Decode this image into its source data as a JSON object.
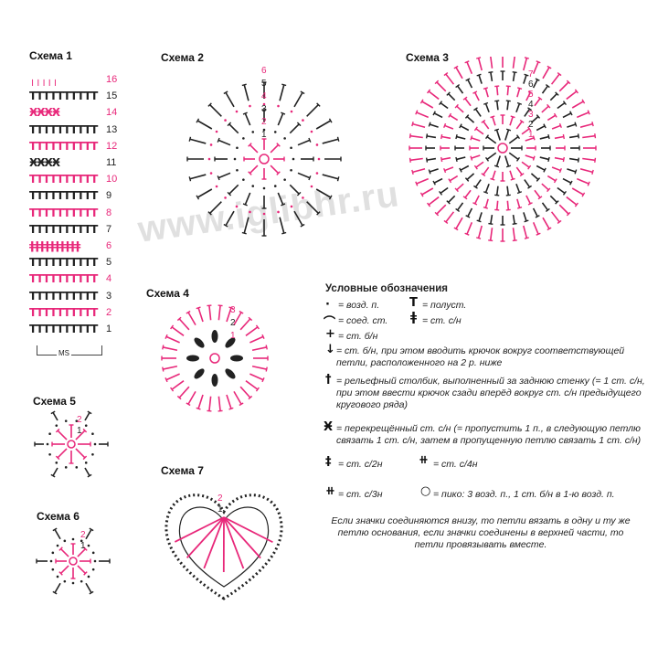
{
  "schemes": {
    "s1": {
      "title": "Схема 1"
    },
    "s2": {
      "title": "Схема 2"
    },
    "s3": {
      "title": "Схема 3"
    },
    "s4": {
      "title": "Схема 4"
    },
    "s5": {
      "title": "Схема 5"
    },
    "s6": {
      "title": "Схема 6"
    },
    "s7": {
      "title": "Схема 7"
    }
  },
  "scheme1_rows": [
    {
      "num": "16",
      "color": "pink"
    },
    {
      "num": "15",
      "color": "black"
    },
    {
      "num": "14",
      "color": "pink"
    },
    {
      "num": "13",
      "color": "black"
    },
    {
      "num": "12",
      "color": "pink"
    },
    {
      "num": "11",
      "color": "black"
    },
    {
      "num": "10",
      "color": "pink"
    },
    {
      "num": "9",
      "color": "black"
    },
    {
      "num": "8",
      "color": "pink"
    },
    {
      "num": "7",
      "color": "black"
    },
    {
      "num": "6",
      "color": "pink"
    },
    {
      "num": "5",
      "color": "black"
    },
    {
      "num": "4",
      "color": "pink"
    },
    {
      "num": "3",
      "color": "black"
    },
    {
      "num": "2",
      "color": "pink"
    },
    {
      "num": "1",
      "color": "black"
    }
  ],
  "ms_label": "MS",
  "scheme2_numbers": [
    "6",
    "5",
    "4",
    "3",
    "2",
    "1"
  ],
  "scheme3_numbers": [
    "7",
    "6",
    "5",
    "4",
    "3",
    "2",
    "1"
  ],
  "scheme4_numbers": [
    "3",
    "2",
    "1"
  ],
  "scheme5_numbers": [
    "2",
    "1"
  ],
  "scheme6_numbers": [
    "2",
    "1"
  ],
  "scheme7_numbers": [
    "2",
    "1"
  ],
  "watermark": "www.iglibhr.ru",
  "legend": {
    "title": "Условные обозначения",
    "items": [
      "= возд. п.",
      "= полуст.",
      "= соед. ст.",
      "= ст. с/н",
      "= ст. б/н",
      "= ст. б/н, при этом вводить крючок вокруг соответствующей петли, расположенного на 2 р. ниже",
      "= рельефный столбик, выполненный за заднюю стенку (= 1 ст. с/н, при этом ввести крючок сзади вперёд вокруг ст. с/н предыдущего кругового ряда)",
      "= перекрещённый ст. с/н (= пропустить 1 п., в следующую петлю связать 1 ст. с/н, затем в пропущенную петлю связать 1 ст. с/н)",
      "= ст. с/2н",
      "= ст. с/4н",
      "= ст. с/3н",
      "= пико: 3 возд. п., 1 ст. б/н в 1-ю возд. п."
    ]
  },
  "note": "Если значки соединяются внизу, то петли вязать в одну и ту же петлю основания, если значки соединены в верхней части, то петли провязывать вместе.",
  "colors": {
    "pink": "#e8287a",
    "black": "#222222"
  }
}
